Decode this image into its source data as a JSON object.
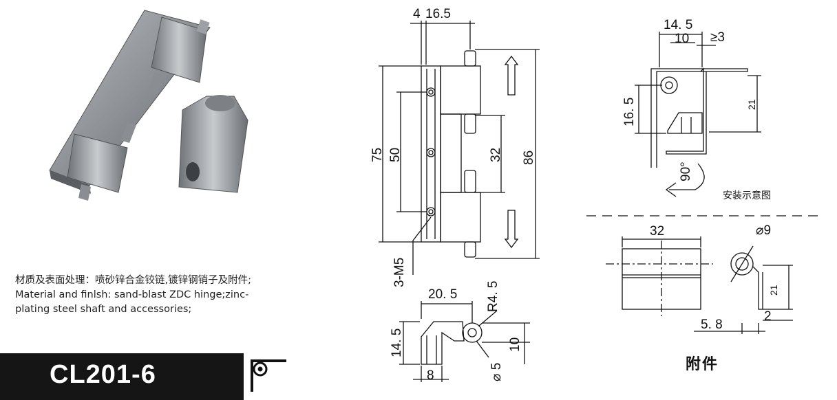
{
  "description": {
    "line_cn": "材质及表面处理：喷砂锌合金铰链,镀锌钢销子及附件;",
    "line_en1": "Material and finlsh:  sand-blast ZDC hinge;zinc-",
    "line_en2": "plating steel shaft and accessories;"
  },
  "model": "CL201-6",
  "front_view": {
    "dim_4": "4",
    "dim_16_5": "16.5",
    "dim_75": "75",
    "dim_50": "50",
    "dim_32": "32",
    "dim_86": "86",
    "holes": "3-M5"
  },
  "side_view": {
    "dim_20_5": "20. 5",
    "dim_r4_5": "R4. 5",
    "dim_14_5": "14. 5",
    "dim_10": "10",
    "dim_8": "8",
    "dim_d5": "⌀ 5"
  },
  "install_view": {
    "dim_14_5": "14. 5",
    "dim_10": "10",
    "dim_ge3": "≥3",
    "dim_16_5": "16. 5",
    "dim_21": "21",
    "angle": "90°",
    "caption": "安装示意图"
  },
  "accessory": {
    "dim_32": "32",
    "dim_d9": "⌀9",
    "dim_21": "21",
    "dim_2": "2",
    "dim_5_8": "5. 8",
    "caption": "附件"
  }
}
